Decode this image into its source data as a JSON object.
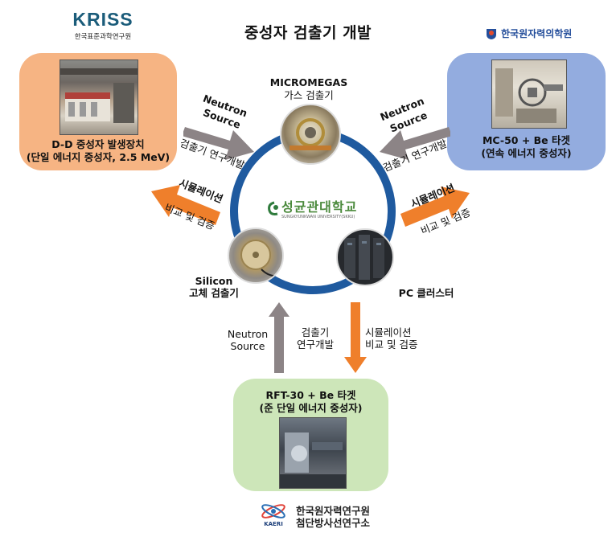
{
  "title": "중성자 검출기 개발",
  "logos": {
    "kriss": {
      "mark": "KRISS",
      "name": "한국표준과학연구원"
    },
    "kirams": {
      "name": "한국원자력의학원"
    },
    "kaeri": {
      "mark": "KAERI",
      "line1": "한국원자력연구원",
      "line2": "첨단방사선연구소"
    },
    "skku": {
      "name": "성균관대학교",
      "sub": "SUNGKYUNKWAN UNIVERSITY(SKKU)"
    }
  },
  "facilities": {
    "left": {
      "line1": "D-D 중성자 발생장치",
      "line2": "(단일 에너지 중성자, 2.5 MeV)"
    },
    "right": {
      "line1": "MC-50 + Be 타겟",
      "line2": "(연속 에너지 중성자)"
    },
    "bottom": {
      "line1": "RFT-30 + Be 타겟",
      "line2": "(준 단일 에너지 중성자)"
    }
  },
  "detectors": {
    "top": {
      "line1": "MICROMEGAS",
      "line2": "가스 검출기"
    },
    "left": {
      "line1": "Silicon",
      "line2": "고체 검출기"
    },
    "right": {
      "label": "PC 클러스터"
    }
  },
  "arrows": {
    "neutron_line1": "Neutron",
    "neutron_line2": "Source",
    "dev": "검출기 연구개발",
    "dev_line1": "검출기",
    "dev_line2": "연구개발",
    "sim": "시뮬레이션",
    "verify": "비교 및 검증",
    "sim_verify": "시뮬레이션 비교 및 검증"
  },
  "colors": {
    "orange_panel": "#f6b483",
    "blue_panel": "#93acdf",
    "green_panel": "#cde6b9",
    "ring": "#1f5a9f",
    "gray_arrow": "#8c8486",
    "orange_arrow": "#ef7f2b"
  }
}
